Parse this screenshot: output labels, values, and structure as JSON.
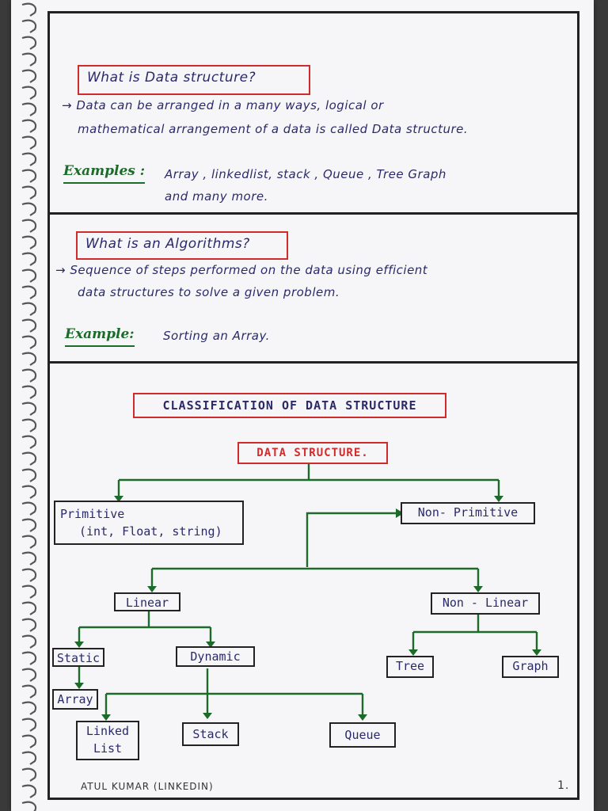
{
  "section1": {
    "heading": "What is Data structure?",
    "line1": "→ Data can be arranged in a many ways, logical or",
    "line2": "mathematical arrangement of a data is called Data structure.",
    "examples_label": "Examples :",
    "examples_line1": "Array , linkedlist, stack , Queue , Tree Graph",
    "examples_line2": "and many more."
  },
  "section2": {
    "heading": "What is an Algorithms?",
    "line1": "→ Sequence of steps performed on the data using efficient",
    "line2": "data structures to solve a given problem.",
    "example_label": "Example:",
    "example_value": "Sorting an Array."
  },
  "diagram": {
    "title": "CLASSIFICATION OF DATA STRUCTURE",
    "root": "DATA STRUCTURE.",
    "primitive_line1": "Primitive",
    "primitive_line2": "(int, Float, string)",
    "non_primitive": "Non- Primitive",
    "linear": "Linear",
    "non_linear": "Non - Linear",
    "static": "Static",
    "dynamic": "Dynamic",
    "tree": "Tree",
    "graph": "Graph",
    "array": "Array",
    "linked_list_line1": "Linked",
    "linked_list_line2": "List",
    "stack": "Stack",
    "queue": "Queue"
  },
  "footer": {
    "author": "ATUL KUMAR (LINKEDIN)",
    "page_number": "1."
  },
  "colors": {
    "ink": "#2a2a6b",
    "red_box": "#d12b2b",
    "green": "#1d6b2a"
  }
}
